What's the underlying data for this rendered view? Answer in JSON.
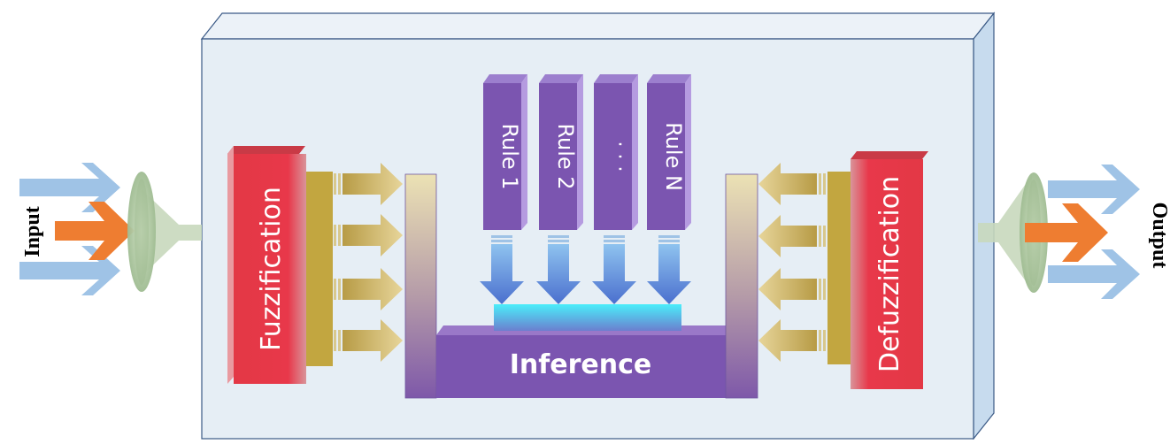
{
  "labels": {
    "input": "Input",
    "output": "Output",
    "fuzzification": "Fuzzification",
    "defuzzification": "Defuzzification",
    "inference": "Inference"
  },
  "rules": [
    "Rule 1",
    "Rule 2",
    "· · ·",
    "Rule N"
  ],
  "colors": {
    "box_face": "#e6eef5",
    "box_edge": "#3b5a86",
    "red_block": "#e33845",
    "purple": "#7b55b0",
    "gold_arrow": "#c9a84b",
    "blue_arrow": "#9fc3e6",
    "orange_arrow": "#ee7d31",
    "funnel": "#b9cfae",
    "cyan_glow": "#39e3f0"
  }
}
